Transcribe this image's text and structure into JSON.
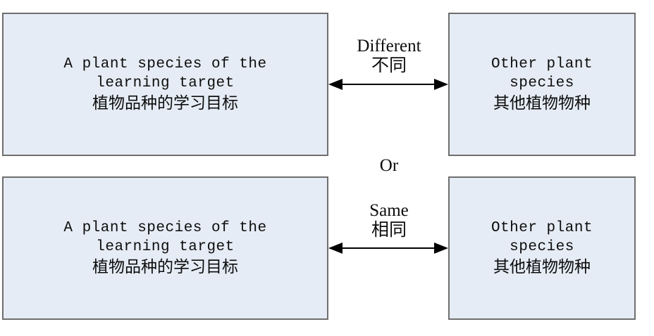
{
  "diagram": {
    "type": "comparison-diagram",
    "relations": [
      {
        "id": "different",
        "label_en": "Different",
        "label_zh": "不同",
        "left_node": "left-top",
        "right_node": "right-top",
        "connector": "double-headed-arrow"
      },
      {
        "id": "same",
        "label_en": "Same",
        "label_zh": "相同",
        "left_node": "left-bottom",
        "right_node": "right-bottom",
        "connector": "double-headed-arrow"
      }
    ],
    "separator_label": "Or"
  },
  "nodes": {
    "left_top": {
      "line1_en": "A plant species of the",
      "line2_en": "learning target",
      "line3_zh": "植物品种的学习目标"
    },
    "right_top": {
      "line1_en": "Other plant",
      "line2_en": "species",
      "line3_zh": "其他植物物种"
    },
    "left_bottom": {
      "line1_en": "A plant species of the",
      "line2_en": "learning target",
      "line3_zh": "植物品种的学习目标"
    },
    "right_bottom": {
      "line1_en": "Other plant",
      "line2_en": "species",
      "line3_zh": "其他植物物种"
    }
  },
  "colors": {
    "box_fill": "#e6ecf5",
    "box_border": "#6e6e6e",
    "text": "#0d0d0d",
    "arrow": "#000000",
    "background": "#ffffff"
  }
}
